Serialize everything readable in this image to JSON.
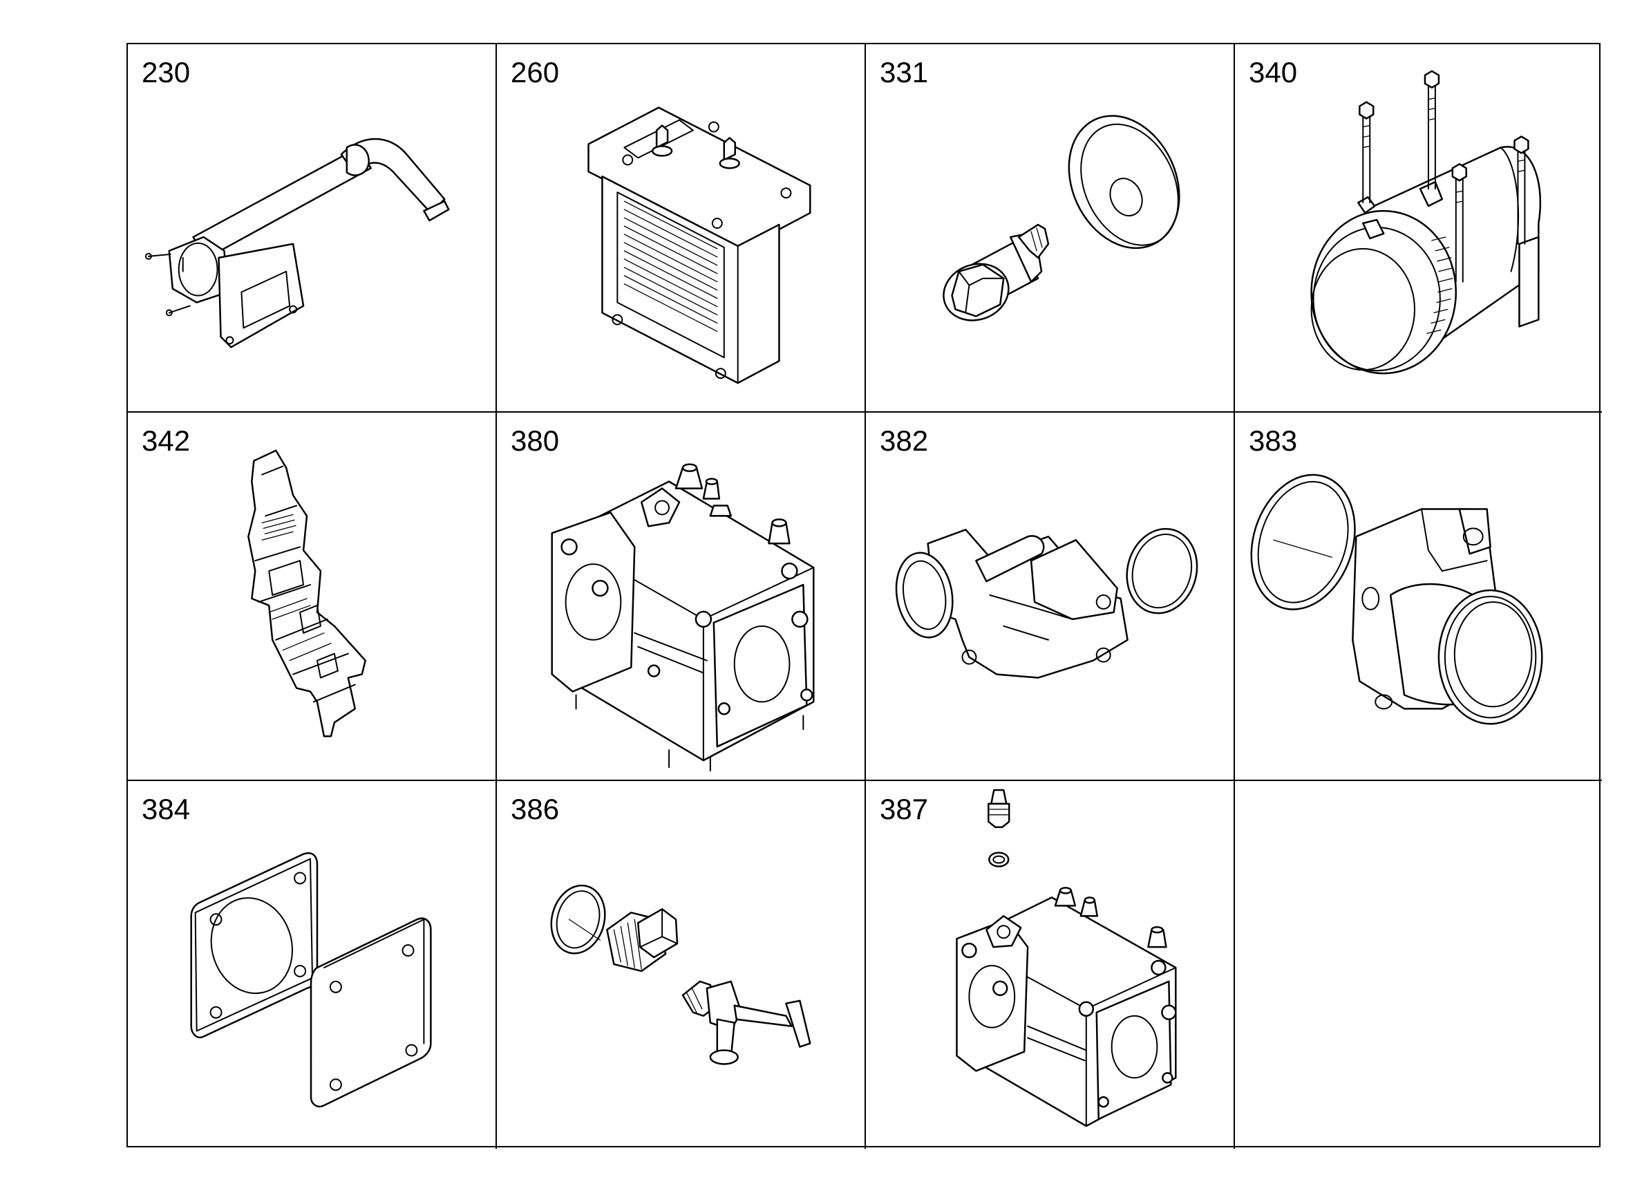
{
  "parts": [
    {
      "number": "230",
      "icon": "exhaust-pipe-with-elbow-icon"
    },
    {
      "number": "260",
      "icon": "heat-exchanger-block-icon"
    },
    {
      "number": "331",
      "icon": "banjo-bolt-and-washer-icon"
    },
    {
      "number": "340",
      "icon": "ac-compressor-icon"
    },
    {
      "number": "342",
      "icon": "mounting-bracket-icon"
    },
    {
      "number": "380",
      "icon": "thermostat-housing-icon"
    },
    {
      "number": "382",
      "icon": "outlet-elbow-with-o-ring-icon"
    },
    {
      "number": "383",
      "icon": "outlet-flange-with-o-ring-icon"
    },
    {
      "number": "384",
      "icon": "gasket-and-cover-plate-icon"
    },
    {
      "number": "386",
      "icon": "drain-plug-and-valve-icon"
    },
    {
      "number": "387",
      "icon": "thermostat-housing-with-fitting-icon"
    },
    {
      "number": "",
      "icon": ""
    }
  ]
}
